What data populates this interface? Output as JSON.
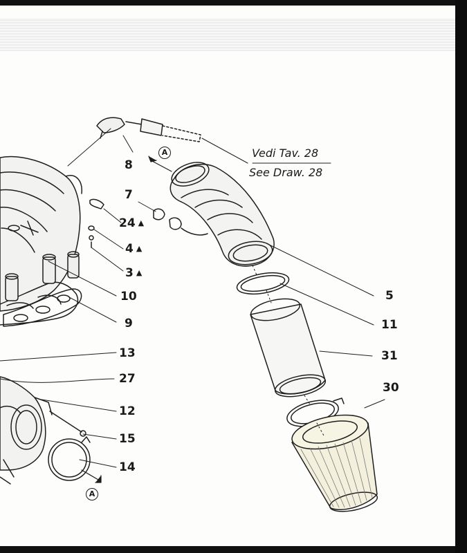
{
  "diagram": {
    "reference": {
      "line1": "Vedi Tav. 28",
      "line2": "See Draw. 28"
    },
    "marker": "A",
    "callouts": [
      {
        "id": "8",
        "label": "8",
        "triangle": false
      },
      {
        "id": "7",
        "label": "7",
        "triangle": false
      },
      {
        "id": "24",
        "label": "24",
        "triangle": true
      },
      {
        "id": "4",
        "label": "4",
        "triangle": true
      },
      {
        "id": "3",
        "label": "3",
        "triangle": true
      },
      {
        "id": "10",
        "label": "10",
        "triangle": false
      },
      {
        "id": "9",
        "label": "9",
        "triangle": false
      },
      {
        "id": "13",
        "label": "13",
        "triangle": false
      },
      {
        "id": "27",
        "label": "27",
        "triangle": false
      },
      {
        "id": "12",
        "label": "12",
        "triangle": false
      },
      {
        "id": "15",
        "label": "15",
        "triangle": false
      },
      {
        "id": "14",
        "label": "14",
        "triangle": false
      },
      {
        "id": "5",
        "label": "5",
        "triangle": false
      },
      {
        "id": "11",
        "label": "11",
        "triangle": false
      },
      {
        "id": "31",
        "label": "31",
        "triangle": false
      },
      {
        "id": "30",
        "label": "30",
        "triangle": false
      }
    ],
    "triangle_glyph": "▲"
  }
}
